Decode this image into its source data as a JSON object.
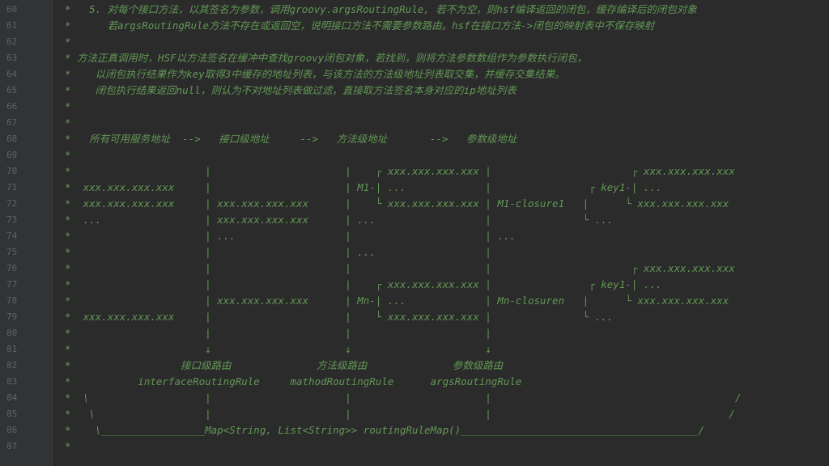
{
  "editor": {
    "lines": [
      {
        "num": "60",
        "text": "*   5. 对每个接口方法，以其签名为参数，调用groovy.argsRoutingRule, 若不为空，则hsf编译返回的闭包，缓存编译后的闭包对象"
      },
      {
        "num": "61",
        "text": "*      若argsRoutingRule方法不存在或返回空，说明接口方法不需要参数路由。hsf在接口方法->闭包的映射表中不保存映射"
      },
      {
        "num": "62",
        "text": "*"
      },
      {
        "num": "63",
        "text": "* 方法正真调用时，HSF以方法签名在缓冲中查找groovy闭包对象，若找到，则将方法参数数组作为参数执行闭包，"
      },
      {
        "num": "64",
        "text": "*    以闭包执行结果作为key取得3中缓存的地址列表，与该方法的方法级地址列表取交集，并缓存交集结果。"
      },
      {
        "num": "65",
        "text": "*    闭包执行结果返回null，则认为不对地址列表做过滤，直接取方法签名本身对应的ip地址列表"
      },
      {
        "num": "66",
        "text": "*"
      },
      {
        "num": "67",
        "text": "*"
      },
      {
        "num": "68",
        "text": "*   所有可用服务地址  -->   接口级地址     -->   方法级地址       -->   参数级地址"
      },
      {
        "num": "69",
        "text": "*"
      },
      {
        "num": "70",
        "text": "*                      |                      |    ┌ xxx.xxx.xxx.xxx |                       ┌ xxx.xxx.xxx.xxx"
      },
      {
        "num": "71",
        "text": "*  xxx.xxx.xxx.xxx     |                      | M1-| ...             |                ┌ key1-| ..."
      },
      {
        "num": "72",
        "text": "*  xxx.xxx.xxx.xxx     | xxx.xxx.xxx.xxx      |    └ xxx.xxx.xxx.xxx | M1-closure1   |      └ xxx.xxx.xxx.xxx"
      },
      {
        "num": "73",
        "text": "*  ...                 | xxx.xxx.xxx.xxx      | ...                  |               └ ..."
      },
      {
        "num": "74",
        "text": "*                      | ...                  |                      | ..."
      },
      {
        "num": "75",
        "text": "*                      |                      | ...                  |"
      },
      {
        "num": "76",
        "text": "*                      |                      |                      |                       ┌ xxx.xxx.xxx.xxx"
      },
      {
        "num": "77",
        "text": "*                      |                      |    ┌ xxx.xxx.xxx.xxx |                ┌ key1-| ..."
      },
      {
        "num": "78",
        "text": "*                      | xxx.xxx.xxx.xxx      | Mn-| ...             | Mn-closuren   |      └ xxx.xxx.xxx.xxx"
      },
      {
        "num": "79",
        "text": "*  xxx.xxx.xxx.xxx     |                      |    └ xxx.xxx.xxx.xxx |               └ ..."
      },
      {
        "num": "80",
        "text": "*                      |                      |                      |"
      },
      {
        "num": "81",
        "text": "*                      ↓                      ↓                      ↓"
      },
      {
        "num": "82",
        "text": "*                  接口级路由              方法级路由              参数级路由"
      },
      {
        "num": "83",
        "text": "*           interfaceRoutingRule     mathodRoutingRule      argsRoutingRule"
      },
      {
        "num": "84",
        "text": "*  \\                   |                      |                      |                                        /"
      },
      {
        "num": "85",
        "text": "*   \\                  |                      |                      |                                       /"
      },
      {
        "num": "86",
        "text": "*    \\_________________Map<String, List<String>> routingRuleMap()_______________________________________/"
      },
      {
        "num": "87",
        "text": "*"
      }
    ]
  }
}
